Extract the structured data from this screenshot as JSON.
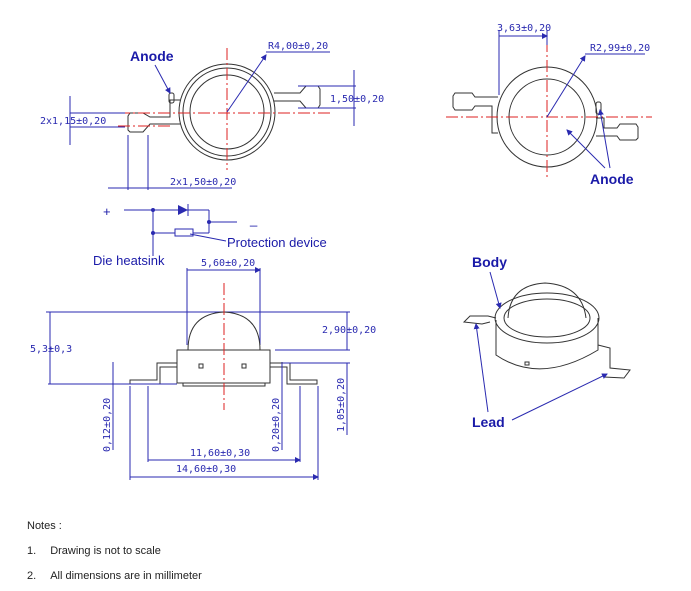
{
  "top_view": {
    "anode_label": "Anode",
    "radius_dim": "R4,00±0,20",
    "lead_width_dim": "2x1,15±0,20",
    "lead_height_dim": "1,50±0,20",
    "lead_pitch_dim": "2x1,50±0,20"
  },
  "circuit": {
    "plus": "+",
    "minus": "_",
    "protection_label": "Protection device",
    "heatsink_label": "Die heatsink"
  },
  "side_view": {
    "lens_width_dim": "5,60±0,20",
    "total_height_dim": "5,3±0,3",
    "lens_height_dim": "2,90±0,20",
    "lead_thickness_dim": "0,12±0,20",
    "lead_offset_dim": "0,20±0,20",
    "body_height_dim": "1,05±0,20",
    "inner_span_dim": "11,60±0,30",
    "total_span_dim": "14,60±0,30"
  },
  "bottom_view": {
    "offset_dim": "3,63±0,20",
    "radius_dim": "R2,99±0,20",
    "anode_label": "Anode"
  },
  "iso_view": {
    "body_label": "Body",
    "lead_label": "Lead"
  },
  "notes": {
    "title": "Notes :",
    "items": [
      "Drawing is not to scale",
      "All dimensions are in millimeter"
    ],
    "numbers": [
      "1.",
      "2."
    ]
  }
}
